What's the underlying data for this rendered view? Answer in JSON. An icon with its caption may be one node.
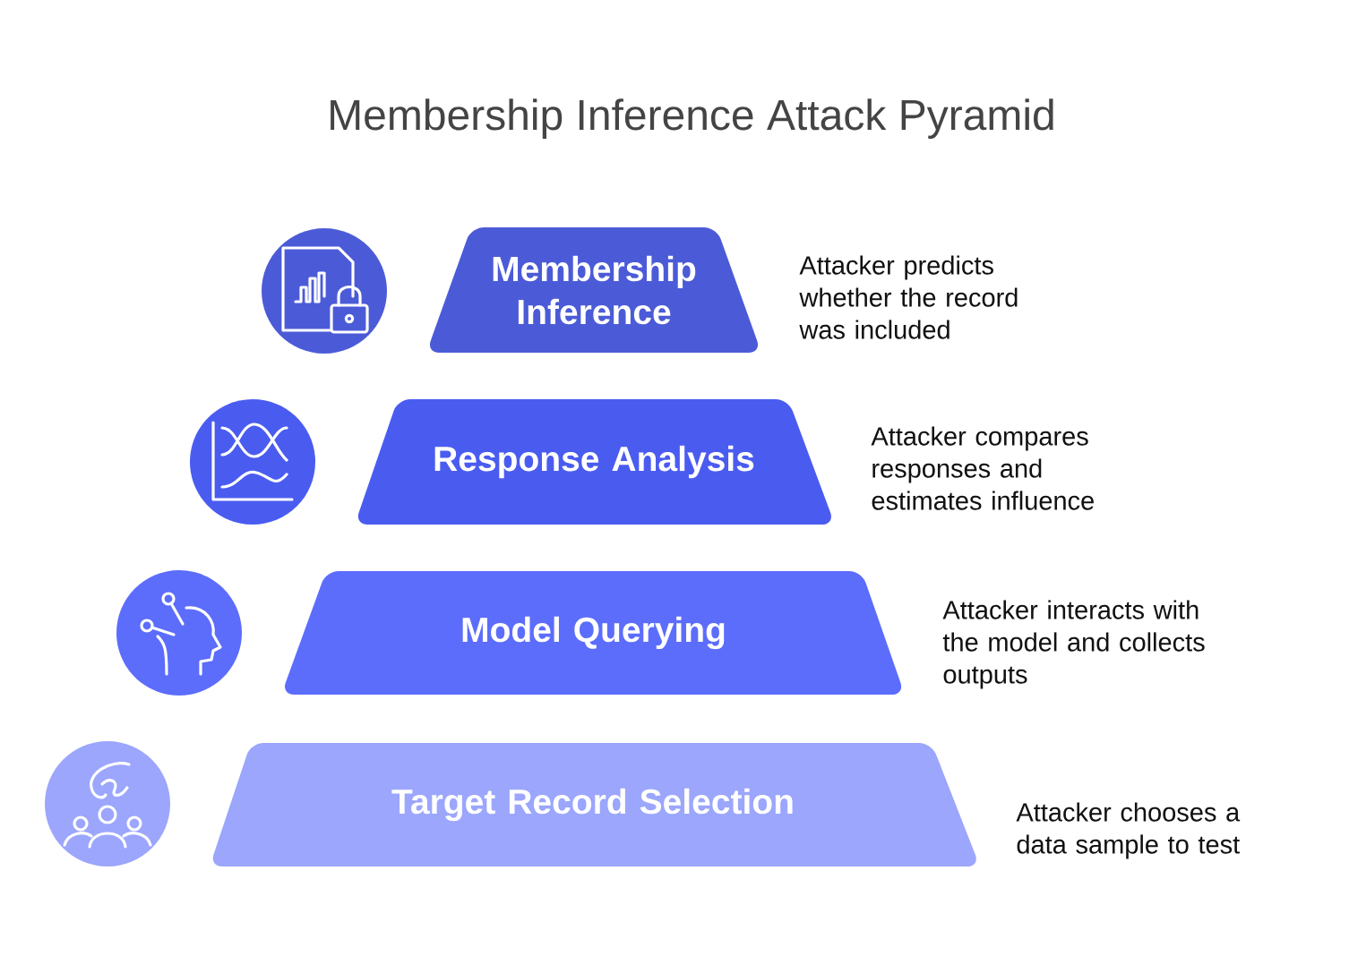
{
  "diagram": {
    "title": "Membership Inference Attack Pyramid",
    "nodes": [
      {
        "text": [
          "Membership Inference"
        ],
        "beside": [
          "Attacker predicts whether the record was included"
        ]
      },
      {
        "text": [
          "Response Analysis"
        ],
        "beside": [
          "Attacker compares responses and estimates influence"
        ]
      },
      {
        "text": [
          "Model Querying"
        ],
        "beside": [
          "Attacker interacts with the model and collects outputs"
        ]
      },
      {
        "text": [
          "Target Record Selection"
        ],
        "beside": [
          "Attacker chooses a data sample to test"
        ]
      }
    ]
  }
}
